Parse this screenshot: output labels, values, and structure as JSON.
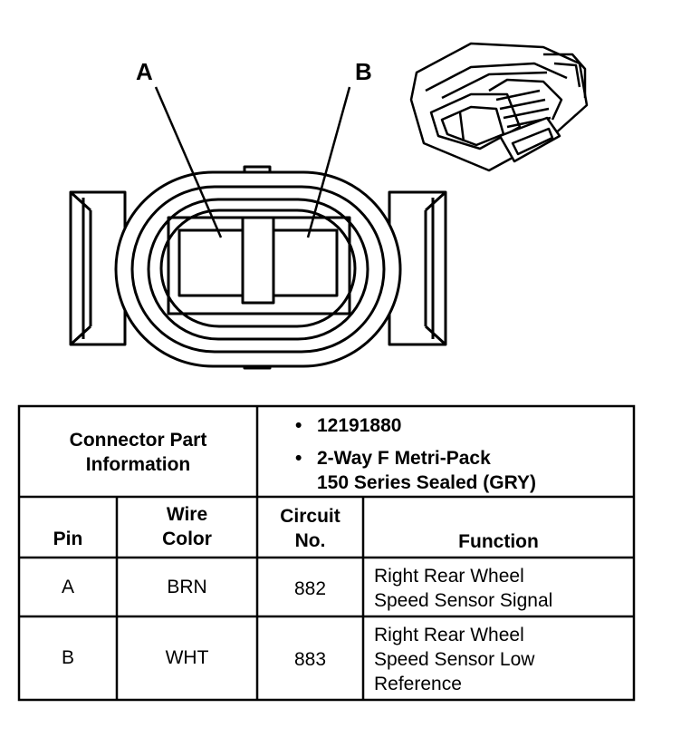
{
  "diagram": {
    "pin_a_label": "A",
    "pin_b_label": "B"
  },
  "table": {
    "header": {
      "label_line1": "Connector Part",
      "label_line2": "Information",
      "bullet": "•",
      "part_number": "12191880",
      "connector_line1": "2-Way F Metri-Pack",
      "connector_line2": "150 Series Sealed (GRY)"
    },
    "columns": {
      "pin": "Pin",
      "wire_line1": "Wire",
      "wire_line2": "Color",
      "circuit_line1": "Circuit",
      "circuit_line2": "No.",
      "function": "Function"
    },
    "rows": [
      {
        "pin": "A",
        "wire": "BRN",
        "circuit": "882",
        "function_line1": "Right Rear Wheel",
        "function_line2": "Speed Sensor Signal",
        "function_line3": ""
      },
      {
        "pin": "B",
        "wire": "WHT",
        "circuit": "883",
        "function_line1": "Right Rear Wheel",
        "function_line2": "Speed Sensor Low",
        "function_line3": "Reference"
      }
    ]
  }
}
